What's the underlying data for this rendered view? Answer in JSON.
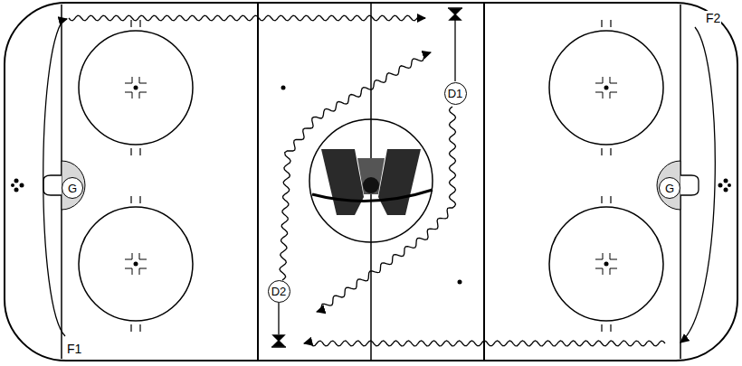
{
  "diagram": {
    "nodes": [
      {
        "text": [
          "D1"
        ]
      },
      {
        "text": [
          "G"
        ]
      },
      {
        "text": [
          "G"
        ]
      },
      {
        "text": [
          "D2"
        ]
      }
    ],
    "labels": [
      "F2",
      "F1"
    ]
  }
}
